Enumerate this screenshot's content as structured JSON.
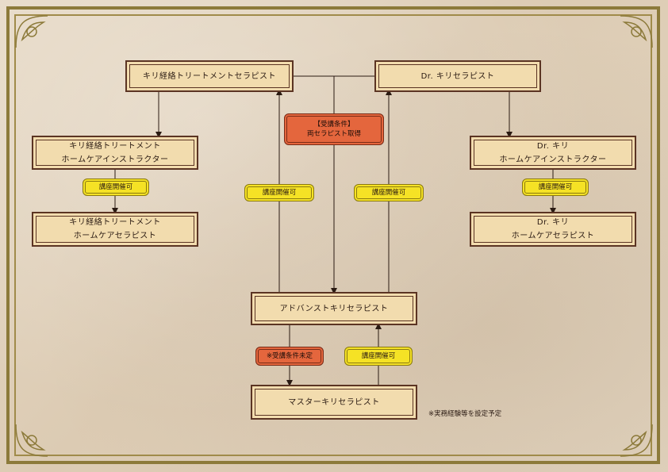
{
  "nodes": {
    "kiri_keiraku_therapist": "キリ経絡トリートメントセラピスト",
    "dr_kiri_therapist": "Dr. キリセラピスト",
    "kiri_home_instructor_l1": "キリ経絡トリートメント",
    "kiri_home_instructor_l2": "ホームケアインストラクター",
    "kiri_home_therapist_l1": "キリ経絡トリートメント",
    "kiri_home_therapist_l2": "ホームケアセラピスト",
    "dr_home_instructor_l1": "Dr. キリ",
    "dr_home_instructor_l2": "ホームケアインストラクター",
    "dr_home_therapist_l1": "Dr. キリ",
    "dr_home_therapist_l2": "ホームケアセラピスト",
    "advanced": "アドバンストキリセラピスト",
    "master": "マスターキリセラピスト"
  },
  "badges": {
    "course_ok": "講座開催可",
    "condition_l1": "【受講条件】",
    "condition_l2": "両セラピスト取得",
    "undecided": "※受講条件未定"
  },
  "note": "※実務経験等を設定予定",
  "colors": {
    "frame": "#8c7a3a",
    "node_fill": "#f2dcae",
    "node_border": "#5b3423",
    "badge_yellow": "#f5e225",
    "badge_red": "#e4663d"
  }
}
